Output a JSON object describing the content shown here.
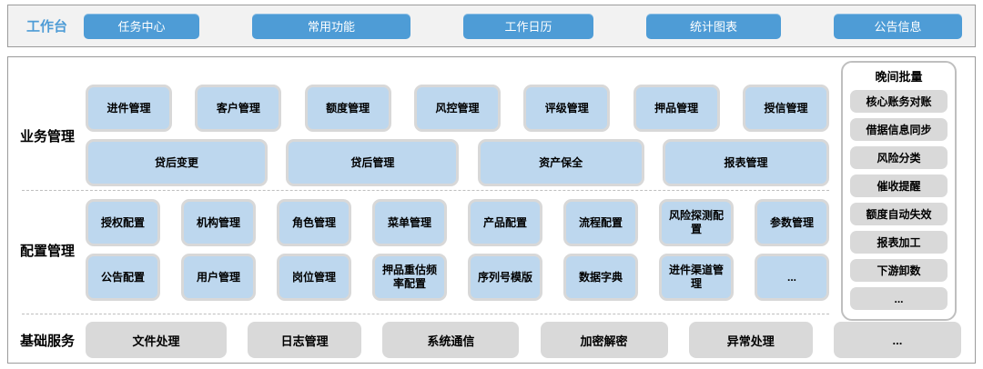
{
  "workbench": {
    "label": "工作台",
    "buttons": [
      "任务中心",
      "常用功能",
      "工作日历",
      "统计图表",
      "公告信息"
    ]
  },
  "business": {
    "label": "业务管理",
    "row1": [
      "进件管理",
      "客户管理",
      "额度管理",
      "风控管理",
      "评级管理",
      "押品管理",
      "授信管理"
    ],
    "row2": [
      "贷后变更",
      "贷后管理",
      "资产保全",
      "报表管理"
    ]
  },
  "config": {
    "label": "配置管理",
    "row1": [
      "授权配置",
      "机构管理",
      "角色管理",
      "菜单管理",
      "产品配置",
      "流程配置",
      "风险探测配置",
      "参数管理"
    ],
    "row2": [
      "公告配置",
      "用户管理",
      "岗位管理",
      "押品重估频率配置",
      "序列号模版",
      "数据字典",
      "进件渠道管理",
      "..."
    ]
  },
  "basic": {
    "label": "基础服务",
    "items": [
      "文件处理",
      "日志管理",
      "系统通信",
      "加密解密",
      "异常处理",
      "..."
    ]
  },
  "night_batch": {
    "title": "晚间批量",
    "items": [
      "核心账务对账",
      "借据信息同步",
      "风险分类",
      "催收提醒",
      "额度自动失效",
      "报表加工",
      "下游卸数",
      "..."
    ]
  },
  "colors": {
    "accent_blue": "#4E9CD6",
    "module_blue": "#BDD7EE",
    "box_gray": "#D9D9D9",
    "border_gray": "#9B9B9B"
  }
}
